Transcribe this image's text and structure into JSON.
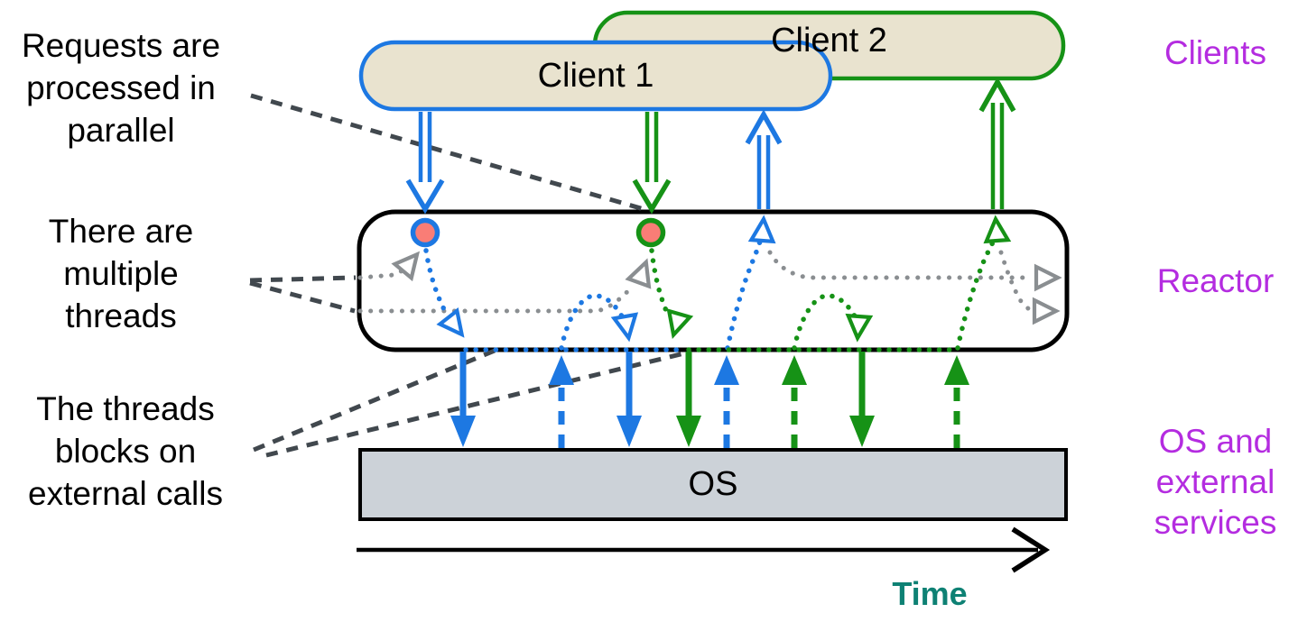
{
  "annotations": {
    "parallel": "Requests are\nprocessed in\nparallel",
    "threads": "There are\nmultiple\nthreads",
    "blocking": "The threads\nblocks on\nexternal calls"
  },
  "nodes": {
    "client1": "Client 1",
    "client2": "Client 2",
    "os": "OS"
  },
  "side_labels": {
    "clients": "Clients",
    "reactor": "Reactor",
    "os_services": "OS and\nexternal\nservices"
  },
  "axis": {
    "time_label": "Time"
  },
  "colors": {
    "blue": "#1d78e2",
    "green": "#169216",
    "thread": "#8a8e91",
    "dash": "#41484e",
    "magenta": "#b42ce0",
    "teal": "#0e8174",
    "clientFill": "#e9e3cf",
    "osFill": "#ccd2d8",
    "circleFill": "#f97d76"
  }
}
